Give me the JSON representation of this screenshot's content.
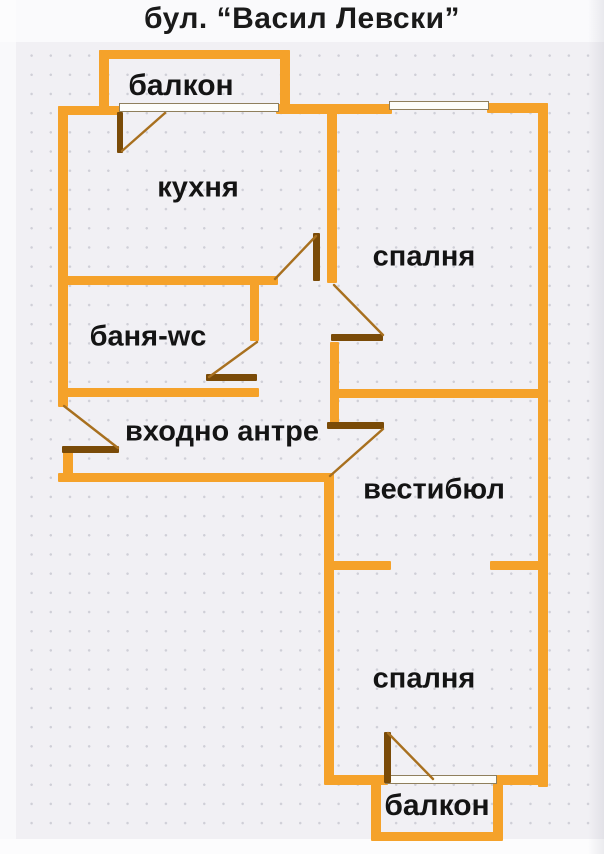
{
  "title": "бул. “Васил Левски”",
  "colors": {
    "wall": "#f5a22a",
    "door": "#7a4b08",
    "swing": "#a8701f",
    "window_frame": "#8f7f5c",
    "text": "#141414",
    "paper": "#f1f0f4",
    "dot": "#c9c9d2"
  },
  "rooms": {
    "balcony_top": {
      "label": "балкон"
    },
    "kitchen": {
      "label": "кухня"
    },
    "bedroom_top": {
      "label": "спалня"
    },
    "bath": {
      "label": "баня-wc"
    },
    "entry_hall": {
      "label": "входно антре"
    },
    "vestibule": {
      "label": "вестибюл"
    },
    "bedroom_bottom": {
      "label": "спалня"
    },
    "balcony_bottom": {
      "label": "балкон"
    }
  }
}
